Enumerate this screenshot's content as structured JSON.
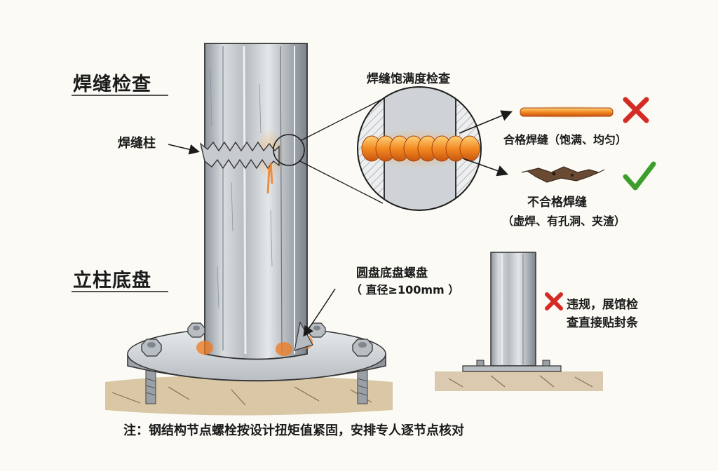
{
  "headings": {
    "weld_check": "焊缝检查",
    "base_plate": "立柱底盘"
  },
  "labels": {
    "weld_column": "焊缝柱",
    "weld_fullness_check": "焊缝饱满度检查",
    "qualified_weld": "合格焊缝（饱满、均匀）",
    "unqualified_weld_line1": "不合格焊缝",
    "unqualified_weld_line2": "（虚焊、有孔洞、夹渣）",
    "plate_title": "圆盘底盘螺盘",
    "plate_diameter": "（ 直径≥100mm ）",
    "violation_line1": "违规，展馆检",
    "violation_line2": "查直接贴封条"
  },
  "note": "注：钢结构节点螺栓按设计扭矩值紧固，安排专人逐节点核对",
  "marks": {
    "qualified_mark": "cross-icon",
    "unqualified_mark": "check-icon",
    "violation_mark": "cross-icon"
  },
  "colors": {
    "weld_glow": "#f07a1e",
    "cross_red": "#d42b24",
    "check_green": "#3e9e2c",
    "steel": "#c9cdd1"
  }
}
